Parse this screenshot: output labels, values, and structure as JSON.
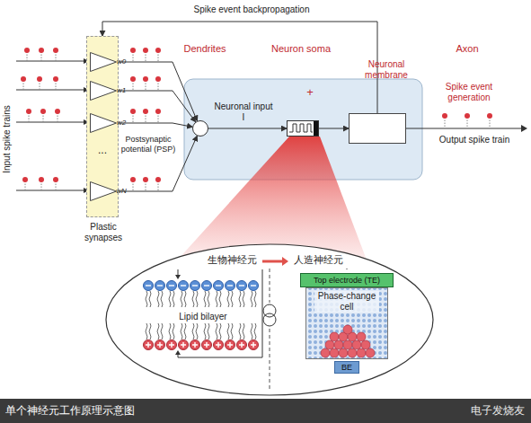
{
  "diagram": {
    "caption": "单个神经元工作原理示意图",
    "nodes": [
      {
        "text": [
          "Plastic synapses"
        ]
      },
      {
        "text": [
          "w0"
        ],
        "in": 0
      },
      {
        "text": [
          "w1"
        ],
        "in": 0
      },
      {
        "text": [
          "w2"
        ],
        "in": 0
      },
      {
        "text": [
          "wN"
        ],
        "in": 0
      },
      {
        "text": [
          "Neuron soma"
        ]
      },
      {
        "text": [
          "+"
        ],
        "in": 5
      },
      {
        "text": [
          "Neuronal membrane"
        ],
        "in": 5
      },
      {
        "text": [
          "Spike event generation"
        ],
        "in": 5
      },
      {
        "text": [
          "Top electrode (TE)"
        ]
      },
      {
        "text": [
          "Phase-change cell"
        ]
      },
      {
        "text": [
          "BE"
        ]
      }
    ],
    "edges": [
      {
        "from": 1,
        "to": 6,
        "arrow": "to"
      },
      {
        "from": 2,
        "to": 6,
        "arrow": "to"
      },
      {
        "from": 3,
        "to": 6,
        "arrow": "to"
      },
      {
        "from": 4,
        "to": 6,
        "arrow": "to"
      },
      {
        "from": 6,
        "to": 7,
        "label": "Neuronal input I",
        "arrow": "to"
      },
      {
        "from": 7,
        "to": 8,
        "arrow": "to"
      },
      {
        "from": 8,
        "to": 0,
        "label": "Spike event backpropagation",
        "arrow": "to"
      }
    ],
    "labels": [
      "Input spike trains",
      "Dendrites",
      "Axon",
      "...",
      "Postsynaptic potential (PSP)",
      "Output spike train",
      "生物神经元",
      "人造神经元",
      "Lipid bilayer",
      "电子发烧友"
    ]
  }
}
